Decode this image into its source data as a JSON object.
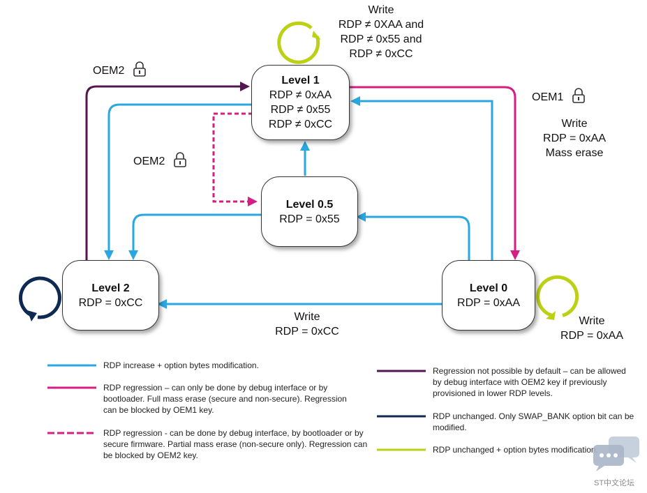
{
  "colors": {
    "increase": "#2aa7e0",
    "regression_debug": "#d61d83",
    "regression_oem2": "#54164f",
    "unchanged_swap": "#0e2a52",
    "unchanged_option": "#bcd115"
  },
  "nodes": {
    "level1": {
      "title": "Level 1",
      "lines": [
        "RDP ≠ 0xAA",
        "RDP  ≠ 0x55",
        "RDP  ≠ 0xCC"
      ]
    },
    "level05": {
      "title": "Level 0.5",
      "lines": [
        "RDP = 0x55"
      ]
    },
    "level2": {
      "title": "Level 2",
      "lines": [
        "RDP = 0xCC"
      ]
    },
    "level0": {
      "title": "Level 0",
      "lines": [
        "RDP = 0xAA"
      ]
    }
  },
  "labels": {
    "top_write": [
      "Write",
      "RDP ≠ 0XAA and",
      "RDP ≠ 0x55 and",
      "RDP ≠ 0xCC"
    ],
    "oem2_top": "OEM2",
    "oem2_mid": "OEM2",
    "oem1": "OEM1",
    "right_write": [
      "Write",
      "RDP = 0xAA",
      "Mass erase"
    ],
    "bottom_write": [
      "Write",
      "RDP = 0xCC"
    ],
    "level0_self_write": [
      "Write",
      "RDP = 0xAA"
    ]
  },
  "legend": [
    {
      "style": "increase",
      "text": "RDP increase + option bytes modification."
    },
    {
      "style": "regression_debug",
      "text": "RDP regression – can only be done by debug interface or by bootloader. Full mass erase (secure and non-secure). Regression can be blocked by OEM1 key."
    },
    {
      "style": "regression_dashed",
      "text": "RDP regression - can be done by debug interface, by bootloader or by secure firmware. Partial mass erase (non-secure only). Regression can be blocked by OEM2 key."
    },
    {
      "style": "regression_oem2",
      "text": "Regression not possible by default – can be allowed by debug interface with OEM2 key if previously provisioned in lower RDP levels."
    },
    {
      "style": "unchanged_swap",
      "text": "RDP unchanged. Only SWAP_BANK option bit can be modified."
    },
    {
      "style": "unchanged_option",
      "text": "RDP unchanged + option bytes modification."
    }
  ],
  "watermark": "ST中文论坛"
}
